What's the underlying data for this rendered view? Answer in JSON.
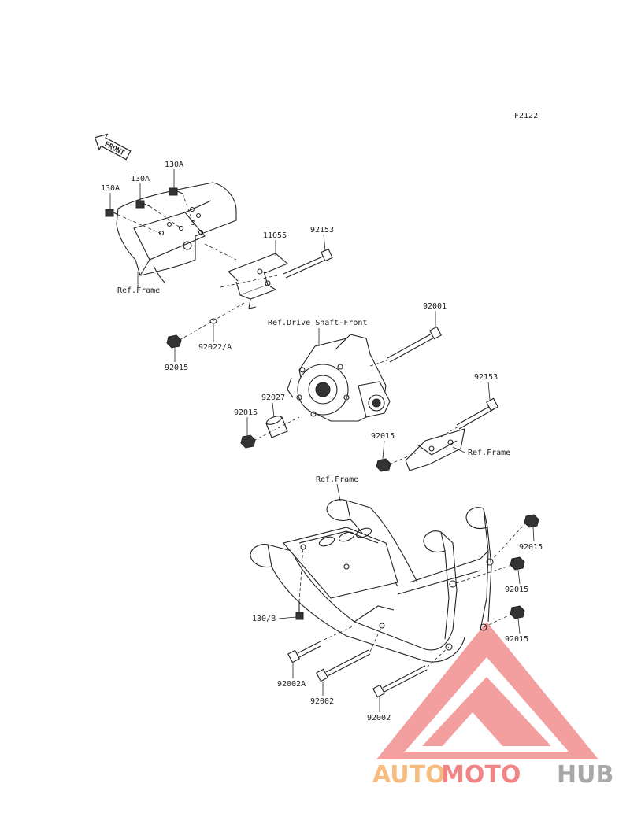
{
  "diagram_code": "F2122",
  "front_label": "FRONT",
  "labels": {
    "l130a_1": "130A",
    "l130a_2": "130A",
    "l130a_3": "130A",
    "ref_frame_1": "Ref.Frame",
    "p11055": "11055",
    "p92153_1": "92153",
    "p92022a": "92022/A",
    "p92015_1": "92015",
    "ref_drive_shaft": "Ref.Drive Shaft-Front",
    "p92001": "92001",
    "p92027": "92027",
    "p92015_2": "92015",
    "p92153_2": "92153",
    "p92015_3": "92015",
    "ref_frame_2": "Ref.Frame",
    "ref_frame_3": "Ref.Frame",
    "p92015_4": "92015",
    "p92015_5": "92015",
    "p92015_6": "92015",
    "p130b": "130/B",
    "p92002a": "92002A",
    "p92002_1": "92002",
    "p92002_2": "92002"
  },
  "watermark": {
    "part1": "AUTO",
    "part2": "MOTO",
    "part3": "HUB",
    "color_orange": "#f6b26b",
    "color_red": "#ef6f6f",
    "color_gray": "#9a9a9a"
  }
}
